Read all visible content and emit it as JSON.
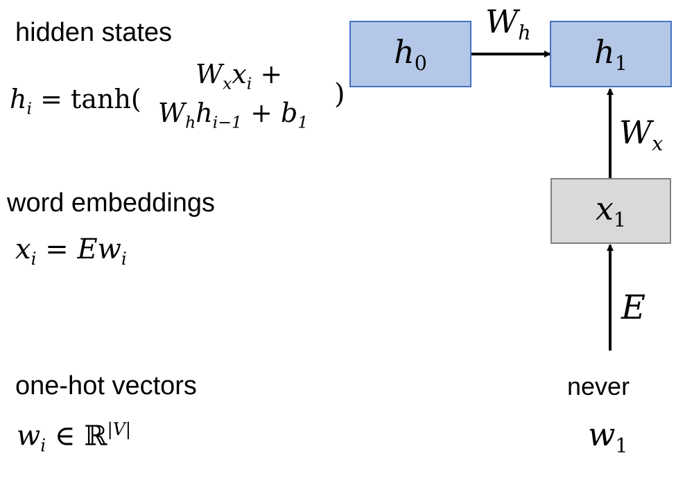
{
  "left": {
    "hidden_label": "hidden states",
    "hidden_eq": {
      "lhs_var": "h",
      "lhs_sub": "i",
      "eq": "=",
      "func": "tanh(",
      "top_var1": "W",
      "top_sub1": "x",
      "top_var2": "x",
      "top_sub2": "i",
      "top_plus": "+",
      "bot_var1": "W",
      "bot_sub1": "h",
      "bot_var2": "h",
      "bot_sub2": "i−1",
      "bot_plus": "+",
      "bot_var3": "b",
      "bot_sub3": "1",
      "close": ")"
    },
    "embed_label": "word embeddings",
    "embed_eq": {
      "var": "x",
      "sub": "i",
      "eq": "=",
      "rhs": "Ew",
      "rhs_sub": "i"
    },
    "onehot_label": "one-hot vectors",
    "onehot_eq": {
      "var": "w",
      "sub": "i",
      "in": "∈",
      "set": "ℝ",
      "sup": "|V|"
    }
  },
  "diagram": {
    "h0": {
      "var": "h",
      "sub": "0"
    },
    "h1": {
      "var": "h",
      "sub": "1"
    },
    "x1": {
      "var": "x",
      "sub": "1"
    },
    "wh": {
      "var": "W",
      "sub": "h"
    },
    "wx": {
      "var": "W",
      "sub": "x"
    },
    "e": "E",
    "word": "never",
    "w1": {
      "var": "w",
      "sub": "1"
    }
  },
  "colors": {
    "hidden_fill": "#b4c7e7",
    "hidden_border": "#4472c4",
    "embed_fill": "#d9d9d9",
    "embed_border": "#7f7f7f"
  }
}
